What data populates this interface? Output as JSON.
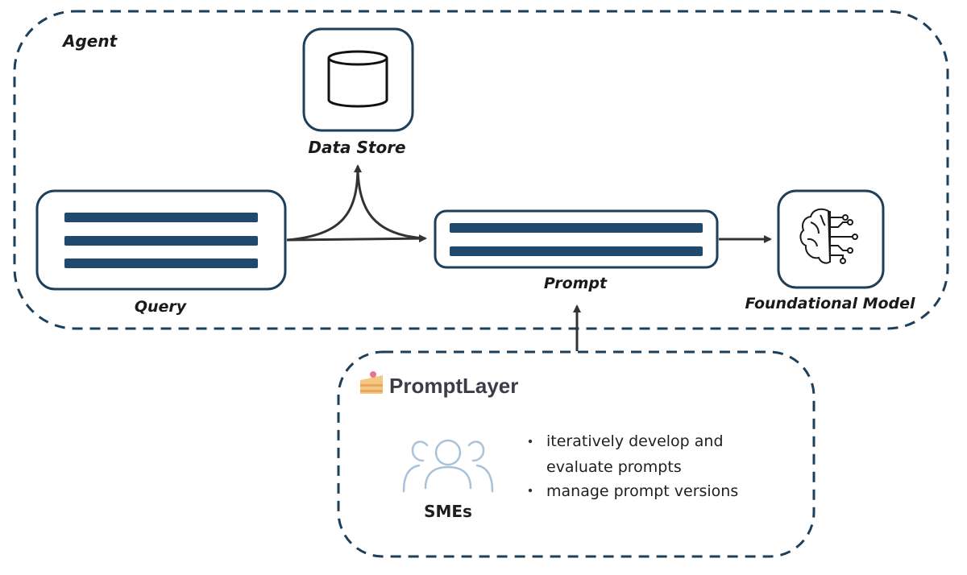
{
  "agent": {
    "label": "Agent"
  },
  "nodes": {
    "data_store": {
      "label": "Data Store",
      "icon": "database-cylinder-icon"
    },
    "query": {
      "label": "Query",
      "icon": "text-lines-icon"
    },
    "prompt": {
      "label": "Prompt",
      "icon": "text-lines-icon"
    },
    "foundational_model": {
      "label": "Foundational Model",
      "icon": "brain-circuit-icon"
    }
  },
  "promptlayer": {
    "brand": "PromptLayer",
    "logo_icon": "cake-slice-icon",
    "smes_label": "SMEs",
    "smes_icon": "group-of-people-icon",
    "bullets": [
      "iteratively develop and",
      "evaluate prompts",
      "manage prompt versions"
    ]
  },
  "colors": {
    "frame_stroke": "#1e3f5a",
    "bar_fill": "#1f4a6e",
    "arrow": "#333333",
    "people_icon": "#a9c2d8",
    "cake_pink": "#e8738e",
    "cake_cream": "#f3c783"
  }
}
